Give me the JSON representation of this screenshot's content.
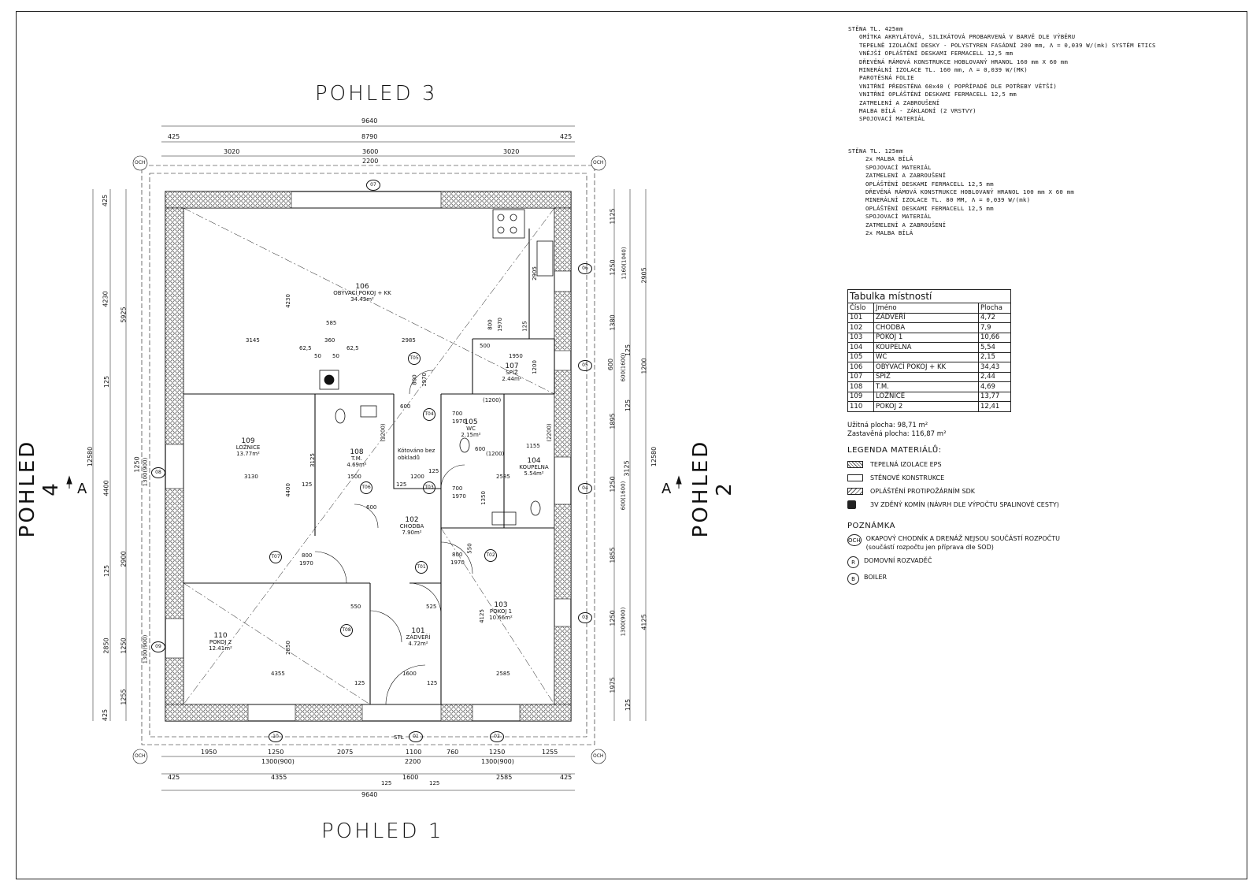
{
  "views": {
    "top": "POHLED 3",
    "bottom": "POHLED 1",
    "left": "POHLED 4",
    "right": "POHLED 2",
    "section_left": "A",
    "section_right": "A"
  },
  "wall_425": {
    "title": "STĚNA TL. 425mm",
    "layers": [
      "OMÍTKA AKRYLÁTOVÁ, SILIKÁTOVÁ PROBARVENÁ V BARVĚ DLE VÝBĚRU",
      "TEPELNĚ IZOLAČNÍ DESKY - POLYSTYREN FASÁDNÍ 200 mm, Λ = 0,039 W/(mk) SYSTÉM ETICS",
      "VNĚJŠÍ OPLÁŠTĚNÍ DESKAMI FERMACELL 12,5 mm",
      "DŘEVĚNÁ RÁMOVÁ KONSTRUKCE HOBLOVANÝ HRANOL 160 mm X 60 mm",
      "MINERÁLNÍ IZOLACE TL. 160 mm, Λ = 0,039 W/(MK)",
      "PAROTĚSNÁ FOLIE",
      "VNITŘNÍ PŘEDSTĚNA 60x40 ( POPŘÍPADĚ DLE POTŘEBY VĚTŠÍ)",
      "VNITŘNÍ OPLÁŠTĚNÍ DESKAMI FERMACELL 12,5 mm",
      "ZATMELENÍ A ZABROUŠENÍ",
      "MALBA BÍLÁ - ZÁKLADNÍ (2 VRSTVY)",
      "SPOJOVACÍ MATERIÁL"
    ]
  },
  "wall_125": {
    "title": "STĚNA TL. 125mm",
    "layers": [
      "2x MALBA BÍLÁ",
      "SPOJOVACÍ MATERIÁL",
      "ZATMELENÍ A ZABROUŠENÍ",
      "OPLÁŠTĚNÍ DESKAMI FERMACELL 12,5 mm",
      "DŘEVĚNÁ RÁMOVÁ KONSTRUKCE HOBLOVANÝ HRANOL 100 mm X 60 mm",
      "MINERÁLNÍ IZOLACE TL. 80 MM, Λ = 0,039 W/(mk)",
      "OPLÁŠTĚNÍ DESKAMI FERMACELL 12,5 mm",
      "SPOJOVACÍ MATERIÁL",
      "ZATMELENÍ A ZABROUŠENÍ",
      "2x MALBA BÍLÁ"
    ]
  },
  "room_table": {
    "caption": "Tabulka místností",
    "headers": [
      "Číslo",
      "Jméno",
      "Plocha"
    ],
    "rows": [
      [
        "101",
        "ZÁDVEŘÍ",
        "4,72"
      ],
      [
        "102",
        "CHODBA",
        "7,9"
      ],
      [
        "103",
        "POKOJ 1",
        "10,66"
      ],
      [
        "104",
        "KOUPELNA",
        "5,54"
      ],
      [
        "105",
        "WC",
        "2,15"
      ],
      [
        "106",
        "OBÝVACÍ POKOJ + KK",
        "34,43"
      ],
      [
        "107",
        "SPÍŽ",
        "2,44"
      ],
      [
        "108",
        "T.M.",
        "4,69"
      ],
      [
        "109",
        "LOŽNICE",
        "13,77"
      ],
      [
        "110",
        "POKOJ 2",
        "12,41"
      ]
    ],
    "useful_area": "Užitná plocha: 98,71 m²",
    "built_area": "Zastavěná plocha: 116,87 m²"
  },
  "legend": {
    "title": "LEGENDA MATERIÁLŮ:",
    "items": [
      "TEPELNÁ IZOLACE EPS",
      "STĚNOVÉ KONSTRUKCE",
      "OPLÁŠTĚNÍ PROTIPOŽÁRNÍM SDK",
      "3V ZDĚNÝ KOMÍN (NÁVRH DLE VÝPOČTU SPALINOVÉ CESTY)"
    ]
  },
  "notes": {
    "title": "POZNÁMKA",
    "items": [
      {
        "symbol": "OCH",
        "text": "OKAPOVÝ CHODNÍK A DRENÁŽ NEJSOU SOUČÁSTÍ ROZPOČTU (součástí rozpočtu jen příprava dle SOD)"
      },
      {
        "symbol": "R",
        "text": "DOMOVNÍ ROZVADĚČ"
      },
      {
        "symbol": "B",
        "text": "BOILER"
      }
    ]
  },
  "rooms": [
    {
      "num": "106",
      "name": "OBÝVACÍ POKOJ + KK",
      "area": "34.43m²"
    },
    {
      "num": "107",
      "name": "SPÍŽ",
      "area": "2.44m²"
    },
    {
      "num": "109",
      "name": "LOŽNICE",
      "area": "13.77m²"
    },
    {
      "num": "108",
      "name": "T.M.",
      "area": "4.69m²"
    },
    {
      "num": "105",
      "name": "WC",
      "area": "2.15m²"
    },
    {
      "num": "104",
      "name": "KOUPELNA",
      "area": "5.54m²"
    },
    {
      "num": "102",
      "name": "CHODBA",
      "area": "7.90m²"
    },
    {
      "num": "110",
      "name": "POKOJ 2",
      "area": "12.41m²"
    },
    {
      "num": "101",
      "name": "ZÁDVEŘÍ",
      "area": "4.72m²"
    },
    {
      "num": "103",
      "name": "POKOJ 1",
      "area": "10.66m²"
    }
  ],
  "dimensions": {
    "top": [
      "9640",
      "8790",
      "425",
      "425",
      "3020",
      "3600",
      "3020",
      "2200"
    ],
    "bottom": [
      "1950",
      "1250",
      "2075",
      "1100",
      "760",
      "1250",
      "1255",
      "1300(900)",
      "2200",
      "1300(900)",
      "425",
      "4355",
      "1600",
      "2585",
      "425",
      "125",
      "125",
      "9640"
    ],
    "left": [
      "425",
      "4230",
      "5925",
      "125",
      "12580",
      "1250",
      "4400",
      "1300(900)",
      "2900",
      "125",
      "2850",
      "1250",
      "1300(900)",
      "1255",
      "425"
    ],
    "right": [
      "1125",
      "1250",
      "2905",
      "1160(1040)",
      "1380",
      "125",
      "600",
      "1200",
      "600(1600)",
      "1895",
      "125",
      "12580",
      "3125",
      "1250",
      "600(1600)",
      "1855",
      "4125",
      "1250",
      "1300(900)",
      "1975",
      "125"
    ],
    "interior": [
      "3145",
      "62,5",
      "360",
      "62,5",
      "585",
      "50",
      "50",
      "2985",
      "800",
      "1970",
      "125",
      "500",
      "1950",
      "1200",
      "3130",
      "125",
      "1500",
      "125",
      "1200",
      "3125",
      "(2200)",
      "600",
      "700",
      "1970",
      "1155",
      "(2200)",
      "125",
      "2585",
      "800",
      "1970",
      "1350",
      "700",
      "1970",
      "800",
      "1970",
      "550",
      "800",
      "1970",
      "550",
      "525",
      "4355",
      "125",
      "1600",
      "125",
      "2585",
      "4230",
      "4400",
      "2850",
      "4125",
      "2905",
      "600",
      "(1200)",
      "(1200)",
      "600"
    ]
  },
  "annotations": {
    "kotovano": "Kótováno bez obkladů",
    "stl": "STL",
    "och": "OCH"
  },
  "windows": [
    "07",
    "06",
    "05",
    "04",
    "03",
    "02",
    "01",
    "10",
    "09",
    "08"
  ],
  "doors": [
    "T04",
    "T03",
    "T05",
    "T06",
    "T07",
    "T01",
    "T02",
    "T08"
  ]
}
